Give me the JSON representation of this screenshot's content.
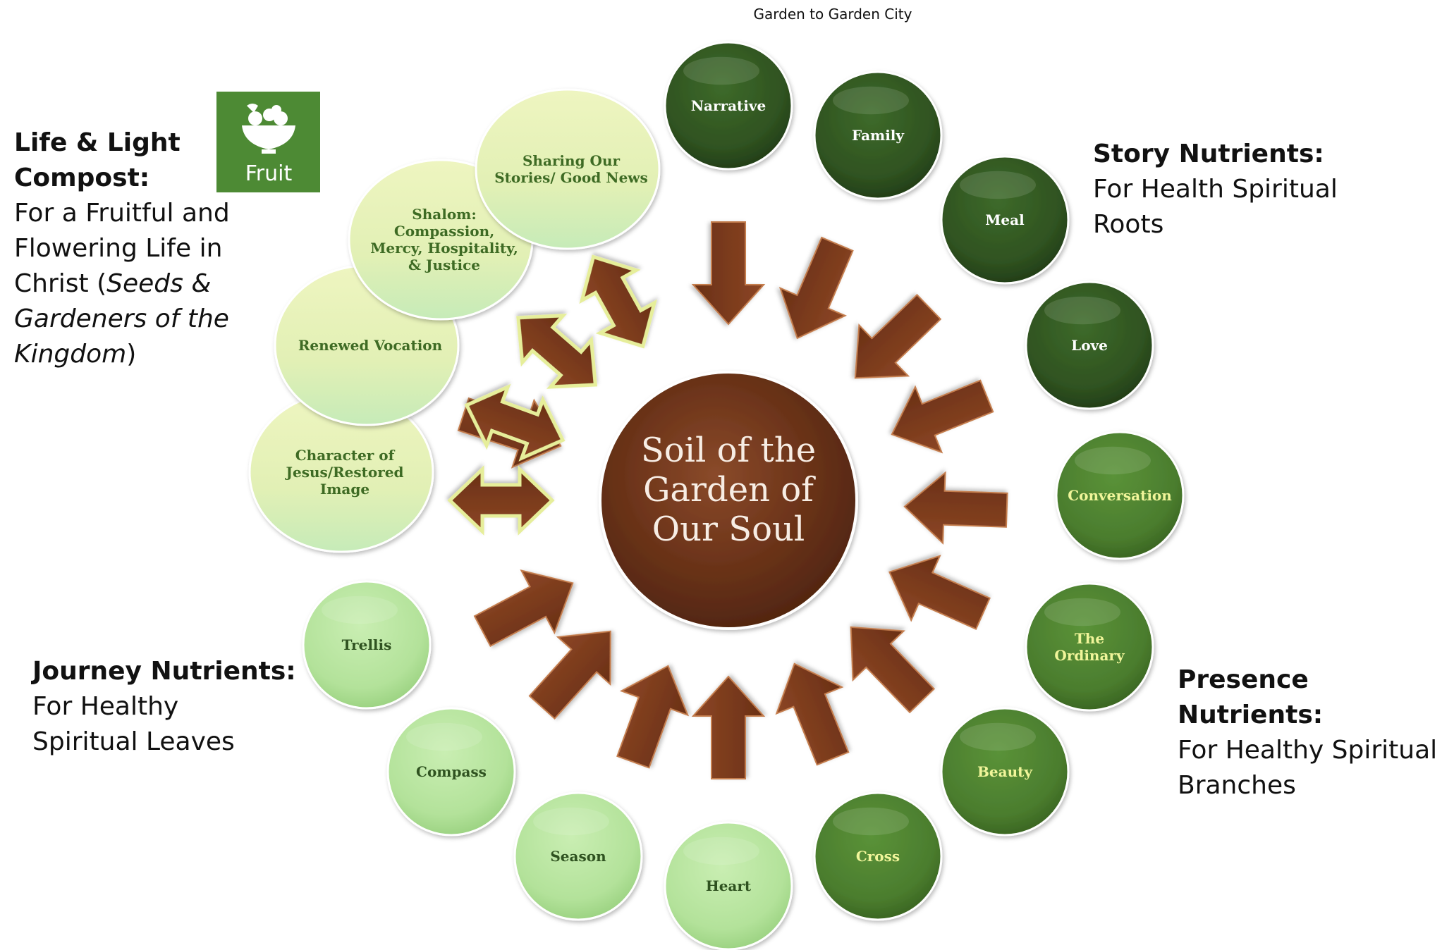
{
  "title": "Garden to Garden City",
  "center": {
    "lines": [
      "Soil of the",
      "Garden of",
      "Our Soul"
    ]
  },
  "fruit_icon": {
    "label": "Fruit",
    "icon": "fruit-bowl-icon"
  },
  "groups": {
    "compost": {
      "heading": [
        "Life & Light",
        "Compost:"
      ],
      "body": [
        "For a Fruitful and",
        "Flowering Life in"
      ],
      "body_tail_plain": "Christ (",
      "body_tail_italic": [
        "Seeds &",
        "Gardeners of the",
        "Kingdom"
      ],
      "body_close": ")"
    },
    "story": {
      "heading": "Story Nutrients:",
      "body": [
        "For Health Spiritual",
        "Roots"
      ]
    },
    "presence": {
      "heading": "Presence Nutrients:",
      "body": [
        "For Healthy Spiritual",
        "Branches"
      ]
    },
    "journey": {
      "heading": "Journey Nutrients:",
      "body": [
        "For Healthy",
        "Spiritual Leaves"
      ]
    }
  },
  "bubbles": {
    "story": [
      {
        "lines": [
          "Narrative"
        ]
      },
      {
        "lines": [
          "Family"
        ]
      },
      {
        "lines": [
          "Meal"
        ]
      },
      {
        "lines": [
          "Love"
        ]
      }
    ],
    "presence": [
      {
        "lines": [
          "Conversation"
        ]
      },
      {
        "lines": [
          "The",
          "Ordinary"
        ]
      },
      {
        "lines": [
          "Beauty"
        ]
      },
      {
        "lines": [
          "Cross"
        ]
      }
    ],
    "journey": [
      {
        "lines": [
          "Heart"
        ]
      },
      {
        "lines": [
          "Season"
        ]
      },
      {
        "lines": [
          "Compass"
        ]
      },
      {
        "lines": [
          "Trellis"
        ]
      }
    ],
    "compost": [
      {
        "lines": [
          "Character of",
          "Jesus/Restored",
          "Image"
        ]
      },
      {
        "lines": [
          "Renewed Vocation"
        ]
      },
      {
        "lines": [
          "Shalom:",
          "Compassion,",
          "Mercy, Hospitality,",
          "& Justice"
        ]
      },
      {
        "lines": [
          "Sharing Our",
          "Stories/ Good News"
        ]
      }
    ]
  },
  "colors": {
    "story_fill": "#2f5220",
    "presence_fill": "#4b7d2e",
    "journey_fill": "#b3e29a",
    "compost_fill": "#e6f2b8",
    "soil": "#5e2d16",
    "arrow": "#7a3a1c",
    "fruit_bg": "#4d8a34"
  }
}
